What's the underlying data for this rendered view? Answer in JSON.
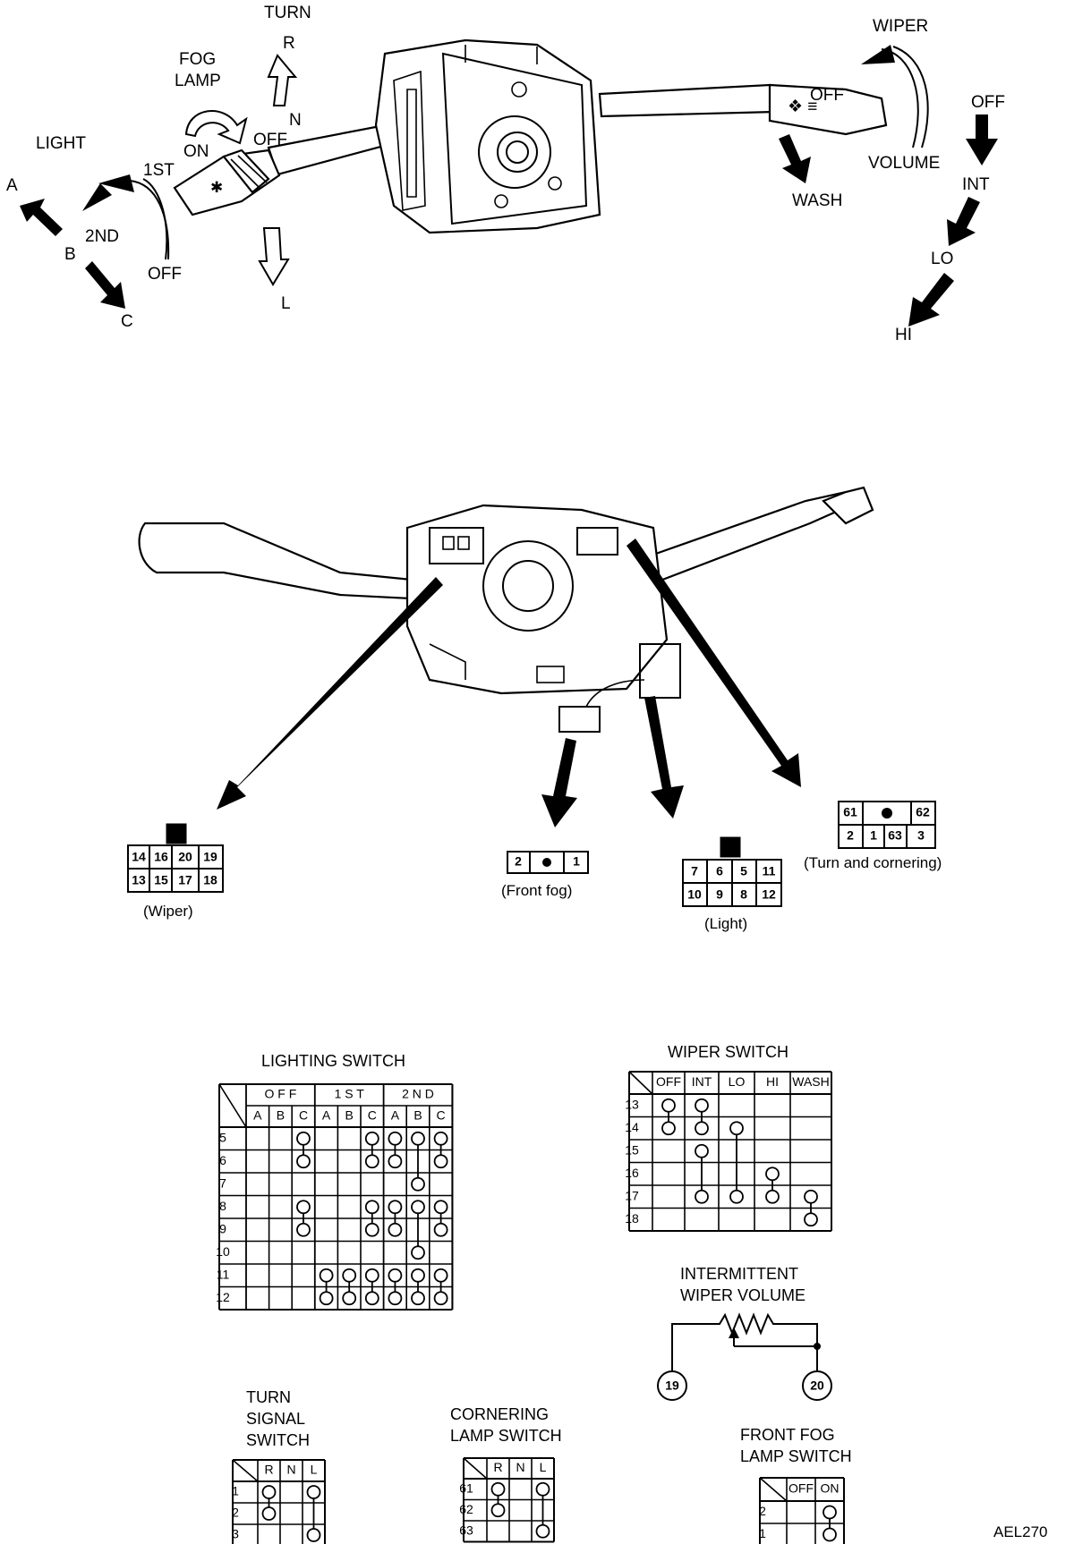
{
  "diagram_id": "AEL270",
  "top_labels": {
    "turn": "TURN",
    "r": "R",
    "n": "N",
    "l": "L",
    "fog_lamp_1": "FOG",
    "fog_lamp_2": "LAMP",
    "fog_on": "ON",
    "fog_off": "OFF",
    "light": "LIGHT",
    "first": "1ST",
    "second": "2ND",
    "light_off": "OFF",
    "a": "A",
    "b": "B",
    "c": "C",
    "wiper": "WIPER",
    "volume": "VOLUME",
    "wash": "WASH",
    "w_off": "OFF",
    "w_int": "INT",
    "w_lo": "LO",
    "w_hi": "HI"
  },
  "connectors": {
    "wiper": {
      "label": "(Wiper)",
      "row1": [
        "14",
        "16",
        "20",
        "19"
      ],
      "row2": [
        "13",
        "15",
        "17",
        "18"
      ]
    },
    "front_fog": {
      "label": "(Front fog)",
      "left": "2",
      "right": "1"
    },
    "light": {
      "label": "(Light)",
      "row1": [
        "7",
        "6",
        "5",
        "11"
      ],
      "row2": [
        "10",
        "9",
        "8",
        "12"
      ]
    },
    "turn": {
      "label": "(Turn and cornering)",
      "row1": [
        "61",
        "",
        "62"
      ],
      "row2": [
        "2",
        "1",
        "63",
        "3"
      ]
    }
  },
  "lighting_switch": {
    "title": "LIGHTING SWITCH",
    "groups": [
      "OFF",
      "1ST",
      "2ND"
    ],
    "subcols": [
      "A",
      "B",
      "C",
      "A",
      "B",
      "C",
      "A",
      "B",
      "C"
    ],
    "rows": [
      "5",
      "6",
      "7",
      "8",
      "9",
      "10",
      "11",
      "12"
    ]
  },
  "wiper_switch": {
    "title": "WIPER SWITCH",
    "cols": [
      "OFF",
      "INT",
      "LO",
      "HI",
      "WASH"
    ],
    "rows": [
      "13",
      "14",
      "15",
      "16",
      "17",
      "18"
    ]
  },
  "int_volume": {
    "title_1": "INTERMITTENT",
    "title_2": "WIPER VOLUME",
    "left": "19",
    "right": "20"
  },
  "turn_switch": {
    "title_1": "TURN",
    "title_2": "SIGNAL",
    "title_3": "SWITCH",
    "cols": [
      "R",
      "N",
      "L"
    ],
    "rows": [
      "1",
      "2",
      "3"
    ]
  },
  "cornering_switch": {
    "title_1": "CORNERING",
    "title_2": "LAMP SWITCH",
    "cols": [
      "R",
      "N",
      "L"
    ],
    "rows": [
      "61",
      "62",
      "63"
    ]
  },
  "fog_switch": {
    "title_1": "FRONT FOG",
    "title_2": "LAMP SWITCH",
    "cols": [
      "OFF",
      "ON"
    ],
    "rows": [
      "2",
      "1"
    ]
  }
}
